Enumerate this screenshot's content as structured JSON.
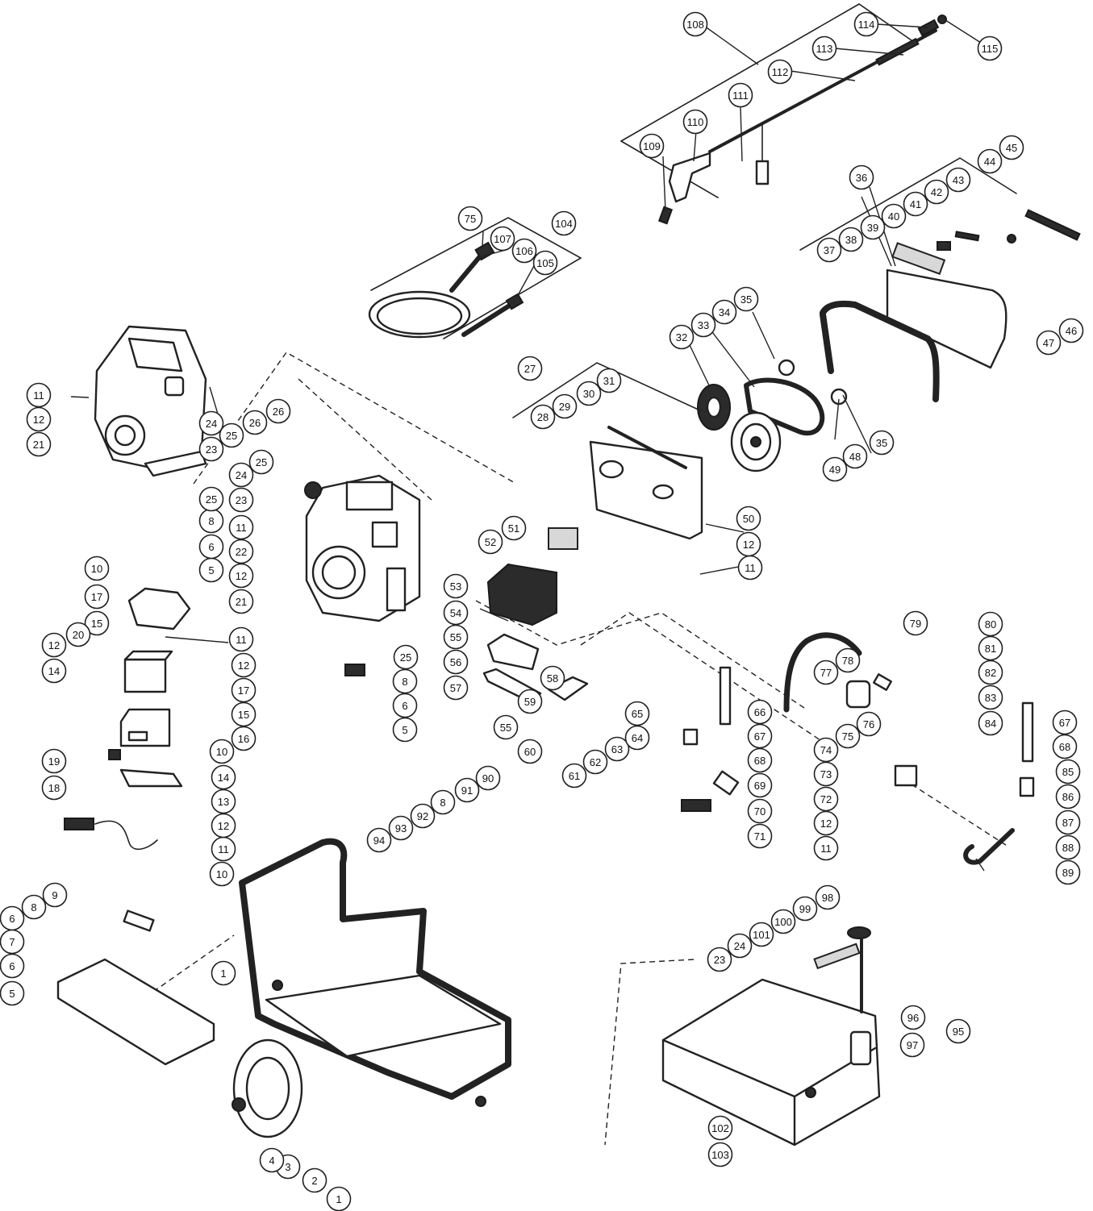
{
  "diagram": {
    "type": "exploded-parts-diagram",
    "line_color": "#222222",
    "background": "#ffffff",
    "callouts": [
      "1",
      "2",
      "3",
      "4",
      "5",
      "6",
      "7",
      "8",
      "9",
      "10",
      "11",
      "12",
      "13",
      "14",
      "15",
      "16",
      "17",
      "18",
      "19",
      "20",
      "21",
      "22",
      "23",
      "24",
      "25",
      "26",
      "27",
      "28",
      "29",
      "30",
      "31",
      "32",
      "33",
      "34",
      "35",
      "36",
      "37",
      "38",
      "39",
      "40",
      "41",
      "42",
      "43",
      "44",
      "45",
      "46",
      "47",
      "48",
      "49",
      "50",
      "51",
      "52",
      "53",
      "54",
      "55",
      "56",
      "57",
      "58",
      "59",
      "60",
      "61",
      "62",
      "63",
      "64",
      "65",
      "66",
      "67",
      "68",
      "69",
      "70",
      "71",
      "72",
      "73",
      "74",
      "75",
      "76",
      "77",
      "78",
      "79",
      "80",
      "81",
      "82",
      "83",
      "84",
      "85",
      "86",
      "87",
      "88",
      "89",
      "90",
      "91",
      "92",
      "93",
      "94",
      "95",
      "96",
      "97",
      "98",
      "99",
      "100",
      "101",
      "102",
      "103",
      "104",
      "105",
      "106",
      "107",
      "108",
      "109",
      "110",
      "111",
      "112",
      "113",
      "114",
      "115"
    ]
  }
}
